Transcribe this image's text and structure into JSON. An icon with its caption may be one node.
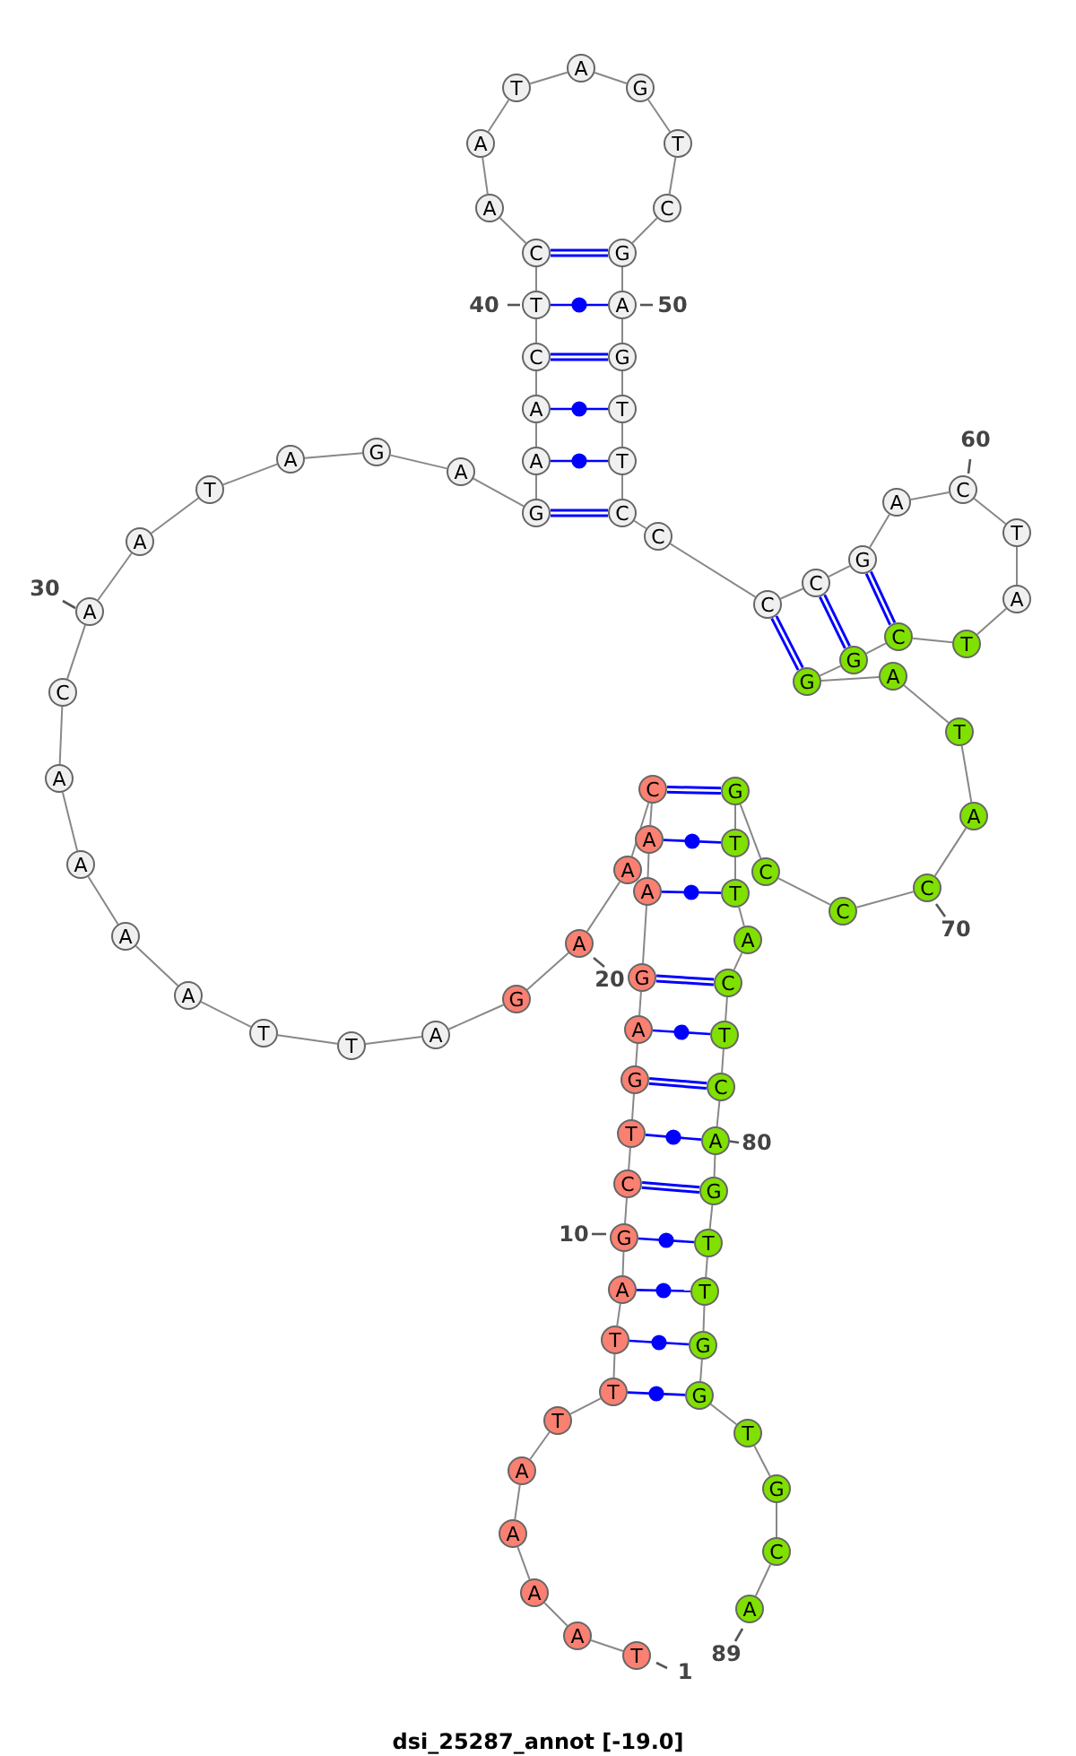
{
  "diagram": {
    "caption": "dsi_25287_annot [-19.0]",
    "nodes": [
      {
        "text": [
          "T"
        ],
        "beside": [
          "1"
        ]
      },
      {
        "text": [
          "A"
        ]
      },
      {
        "text": [
          "A"
        ]
      },
      {
        "text": [
          "A"
        ]
      },
      {
        "text": [
          "A"
        ]
      },
      {
        "text": [
          "T"
        ]
      },
      {
        "text": [
          "T"
        ]
      },
      {
        "text": [
          "T"
        ]
      },
      {
        "text": [
          "A"
        ]
      },
      {
        "text": [
          "G"
        ],
        "beside": [
          "10"
        ]
      },
      {
        "text": [
          "C"
        ]
      },
      {
        "text": [
          "T"
        ]
      },
      {
        "text": [
          "G"
        ]
      },
      {
        "text": [
          "A"
        ]
      },
      {
        "text": [
          "G"
        ]
      },
      {
        "text": [
          "A"
        ]
      },
      {
        "text": [
          "A"
        ]
      },
      {
        "text": [
          "C"
        ]
      },
      {
        "text": [
          "A"
        ]
      },
      {
        "text": [
          "A"
        ],
        "beside": [
          "20"
        ]
      },
      {
        "text": [
          "G"
        ]
      },
      {
        "text": [
          "A"
        ]
      },
      {
        "text": [
          "T"
        ]
      },
      {
        "text": [
          "T"
        ]
      },
      {
        "text": [
          "A"
        ]
      },
      {
        "text": [
          "A"
        ]
      },
      {
        "text": [
          "A"
        ]
      },
      {
        "text": [
          "A"
        ]
      },
      {
        "text": [
          "C"
        ]
      },
      {
        "text": [
          "A"
        ],
        "beside": [
          "30"
        ]
      },
      {
        "text": [
          "A"
        ]
      },
      {
        "text": [
          "T"
        ]
      },
      {
        "text": [
          "A"
        ]
      },
      {
        "text": [
          "G"
        ]
      },
      {
        "text": [
          "A"
        ]
      },
      {
        "text": [
          "G"
        ]
      },
      {
        "text": [
          "A"
        ]
      },
      {
        "text": [
          "A"
        ]
      },
      {
        "text": [
          "C"
        ]
      },
      {
        "text": [
          "T"
        ],
        "beside": [
          "40"
        ]
      },
      {
        "text": [
          "C"
        ]
      },
      {
        "text": [
          "A"
        ]
      },
      {
        "text": [
          "A"
        ]
      },
      {
        "text": [
          "T"
        ]
      },
      {
        "text": [
          "A"
        ]
      },
      {
        "text": [
          "G"
        ]
      },
      {
        "text": [
          "T"
        ]
      },
      {
        "text": [
          "C"
        ]
      },
      {
        "text": [
          "G"
        ]
      },
      {
        "text": [
          "A"
        ],
        "beside": [
          "50"
        ]
      },
      {
        "text": [
          "G"
        ]
      },
      {
        "text": [
          "T"
        ]
      },
      {
        "text": [
          "T"
        ]
      },
      {
        "text": [
          "C"
        ]
      },
      {
        "text": [
          "C"
        ]
      },
      {
        "text": [
          "C"
        ]
      },
      {
        "text": [
          "C"
        ]
      },
      {
        "text": [
          "G"
        ]
      },
      {
        "text": [
          "A"
        ]
      },
      {
        "text": [
          "C"
        ],
        "beside": [
          "60"
        ]
      },
      {
        "text": [
          "T"
        ]
      },
      {
        "text": [
          "A"
        ]
      },
      {
        "text": [
          "T"
        ]
      },
      {
        "text": [
          "C"
        ]
      },
      {
        "text": [
          "G"
        ]
      },
      {
        "text": [
          "G"
        ]
      },
      {
        "text": [
          "A"
        ]
      },
      {
        "text": [
          "T"
        ]
      },
      {
        "text": [
          "A"
        ]
      },
      {
        "text": [
          "C"
        ],
        "beside": [
          "70"
        ]
      },
      {
        "text": [
          "C"
        ]
      },
      {
        "text": [
          "C"
        ]
      },
      {
        "text": [
          "G"
        ]
      },
      {
        "text": [
          "T"
        ]
      },
      {
        "text": [
          "T"
        ]
      },
      {
        "text": [
          "A"
        ]
      },
      {
        "text": [
          "C"
        ]
      },
      {
        "text": [
          "T"
        ]
      },
      {
        "text": [
          "C"
        ]
      },
      {
        "text": [
          "A"
        ],
        "beside": [
          "80"
        ]
      },
      {
        "text": [
          "G"
        ]
      },
      {
        "text": [
          "T"
        ]
      },
      {
        "text": [
          "T"
        ]
      },
      {
        "text": [
          "G"
        ]
      },
      {
        "text": [
          "G"
        ]
      },
      {
        "text": [
          "T"
        ]
      },
      {
        "text": [
          "G"
        ]
      },
      {
        "text": [
          "C"
        ]
      },
      {
        "text": [
          "A"
        ],
        "beside": [
          "89"
        ]
      }
    ],
    "edges": [
      {
        "from": 0,
        "to": 1,
        "arrow": "none"
      },
      {
        "from": 1,
        "to": 2,
        "arrow": "none"
      },
      {
        "from": 2,
        "to": 3,
        "arrow": "none"
      },
      {
        "from": 3,
        "to": 4,
        "arrow": "none"
      },
      {
        "from": 4,
        "to": 5,
        "arrow": "none"
      },
      {
        "from": 5,
        "to": 6,
        "arrow": "none"
      },
      {
        "from": 6,
        "to": 7,
        "arrow": "none"
      },
      {
        "from": 7,
        "to": 8,
        "arrow": "none"
      },
      {
        "from": 8,
        "to": 9,
        "arrow": "none"
      },
      {
        "from": 9,
        "to": 10,
        "arrow": "none"
      },
      {
        "from": 10,
        "to": 11,
        "arrow": "none"
      },
      {
        "from": 11,
        "to": 12,
        "arrow": "none"
      },
      {
        "from": 12,
        "to": 13,
        "arrow": "none"
      },
      {
        "from": 13,
        "to": 14,
        "arrow": "none"
      },
      {
        "from": 14,
        "to": 15,
        "arrow": "none"
      },
      {
        "from": 15,
        "to": 16,
        "arrow": "none"
      },
      {
        "from": 16,
        "to": 17,
        "arrow": "none"
      },
      {
        "from": 17,
        "to": 18,
        "arrow": "none"
      },
      {
        "from": 18,
        "to": 19,
        "arrow": "none"
      },
      {
        "from": 19,
        "to": 20,
        "arrow": "none"
      },
      {
        "from": 20,
        "to": 21,
        "arrow": "none"
      },
      {
        "from": 21,
        "to": 22,
        "arrow": "none"
      },
      {
        "from": 22,
        "to": 23,
        "arrow": "none"
      },
      {
        "from": 23,
        "to": 24,
        "arrow": "none"
      },
      {
        "from": 24,
        "to": 25,
        "arrow": "none"
      },
      {
        "from": 25,
        "to": 26,
        "arrow": "none"
      },
      {
        "from": 26,
        "to": 27,
        "arrow": "none"
      },
      {
        "from": 27,
        "to": 28,
        "arrow": "none"
      },
      {
        "from": 28,
        "to": 29,
        "arrow": "none"
      },
      {
        "from": 29,
        "to": 30,
        "arrow": "none"
      },
      {
        "from": 30,
        "to": 31,
        "arrow": "none"
      },
      {
        "from": 31,
        "to": 32,
        "arrow": "none"
      },
      {
        "from": 32,
        "to": 33,
        "arrow": "none"
      },
      {
        "from": 33,
        "to": 34,
        "arrow": "none"
      },
      {
        "from": 34,
        "to": 35,
        "arrow": "none"
      },
      {
        "from": 35,
        "to": 36,
        "arrow": "none"
      },
      {
        "from": 36,
        "to": 37,
        "arrow": "none"
      },
      {
        "from": 37,
        "to": 38,
        "arrow": "none"
      },
      {
        "from": 38,
        "to": 39,
        "arrow": "none"
      },
      {
        "from": 39,
        "to": 40,
        "arrow": "none"
      },
      {
        "from": 40,
        "to": 41,
        "arrow": "none"
      },
      {
        "from": 41,
        "to": 42,
        "arrow": "none"
      },
      {
        "from": 42,
        "to": 43,
        "arrow": "none"
      },
      {
        "from": 43,
        "to": 44,
        "arrow": "none"
      },
      {
        "from": 44,
        "to": 45,
        "arrow": "none"
      },
      {
        "from": 45,
        "to": 46,
        "arrow": "none"
      },
      {
        "from": 46,
        "to": 47,
        "arrow": "none"
      },
      {
        "from": 47,
        "to": 48,
        "arrow": "none"
      },
      {
        "from": 48,
        "to": 49,
        "arrow": "none"
      },
      {
        "from": 49,
        "to": 50,
        "arrow": "none"
      },
      {
        "from": 50,
        "to": 51,
        "arrow": "none"
      },
      {
        "from": 51,
        "to": 52,
        "arrow": "none"
      },
      {
        "from": 52,
        "to": 53,
        "arrow": "none"
      },
      {
        "from": 53,
        "to": 54,
        "arrow": "none"
      },
      {
        "from": 54,
        "to": 55,
        "arrow": "none"
      },
      {
        "from": 55,
        "to": 56,
        "arrow": "none"
      },
      {
        "from": 56,
        "to": 57,
        "arrow": "none"
      },
      {
        "from": 57,
        "to": 58,
        "arrow": "none"
      },
      {
        "from": 58,
        "to": 59,
        "arrow": "none"
      },
      {
        "from": 59,
        "to": 60,
        "arrow": "none"
      },
      {
        "from": 60,
        "to": 61,
        "arrow": "none"
      },
      {
        "from": 61,
        "to": 62,
        "arrow": "none"
      },
      {
        "from": 62,
        "to": 63,
        "arrow": "none"
      },
      {
        "from": 63,
        "to": 64,
        "arrow": "none"
      },
      {
        "from": 64,
        "to": 65,
        "arrow": "none"
      },
      {
        "from": 65,
        "to": 66,
        "arrow": "none"
      },
      {
        "from": 66,
        "to": 67,
        "arrow": "none"
      },
      {
        "from": 67,
        "to": 68,
        "arrow": "none"
      },
      {
        "from": 68,
        "to": 69,
        "arrow": "none"
      },
      {
        "from": 69,
        "to": 70,
        "arrow": "none"
      },
      {
        "from": 70,
        "to": 71,
        "arrow": "none"
      },
      {
        "from": 71,
        "to": 72,
        "arrow": "none"
      },
      {
        "from": 72,
        "to": 73,
        "arrow": "none"
      },
      {
        "from": 73,
        "to": 74,
        "arrow": "none"
      },
      {
        "from": 74,
        "to": 75,
        "arrow": "none"
      },
      {
        "from": 75,
        "to": 76,
        "arrow": "none"
      },
      {
        "from": 76,
        "to": 77,
        "arrow": "none"
      },
      {
        "from": 77,
        "to": 78,
        "arrow": "none"
      },
      {
        "from": 78,
        "to": 79,
        "arrow": "none"
      },
      {
        "from": 79,
        "to": 80,
        "arrow": "none"
      },
      {
        "from": 80,
        "to": 81,
        "arrow": "none"
      },
      {
        "from": 81,
        "to": 82,
        "arrow": "none"
      },
      {
        "from": 82,
        "to": 83,
        "arrow": "none"
      },
      {
        "from": 83,
        "to": 84,
        "arrow": "none"
      },
      {
        "from": 84,
        "to": 85,
        "arrow": "none"
      },
      {
        "from": 85,
        "to": 86,
        "arrow": "none"
      },
      {
        "from": 86,
        "to": 87,
        "arrow": "none"
      },
      {
        "from": 87,
        "to": 88,
        "arrow": "none"
      },
      {
        "from": 35,
        "to": 53,
        "arrow": "none",
        "style": "thick",
        "color": "#0000ff"
      },
      {
        "from": 36,
        "to": 52,
        "arrow": "none",
        "color": "#0000ff"
      },
      {
        "from": 37,
        "to": 51,
        "arrow": "none",
        "color": "#0000ff"
      },
      {
        "from": 38,
        "to": 50,
        "arrow": "none",
        "style": "thick",
        "color": "#0000ff"
      },
      {
        "from": 39,
        "to": 49,
        "arrow": "none",
        "color": "#0000ff"
      },
      {
        "from": 40,
        "to": 48,
        "arrow": "none",
        "style": "thick",
        "color": "#0000ff"
      },
      {
        "from": 55,
        "to": 65,
        "arrow": "none",
        "style": "thick",
        "color": "#0000ff"
      },
      {
        "from": 56,
        "to": 64,
        "arrow": "none",
        "style": "thick",
        "color": "#0000ff"
      },
      {
        "from": 57,
        "to": 63,
        "arrow": "none",
        "style": "thick",
        "color": "#0000ff"
      },
      {
        "from": 17,
        "to": 72,
        "arrow": "none",
        "style": "thick",
        "color": "#0000ff"
      },
      {
        "from": 16,
        "to": 73,
        "arrow": "none",
        "color": "#0000ff"
      },
      {
        "from": 15,
        "to": 74,
        "arrow": "none",
        "color": "#0000ff"
      },
      {
        "from": 14,
        "to": 76,
        "arrow": "none",
        "style": "thick",
        "color": "#0000ff"
      },
      {
        "from": 13,
        "to": 77,
        "arrow": "none",
        "color": "#0000ff"
      },
      {
        "from": 12,
        "to": 78,
        "arrow": "none",
        "style": "thick",
        "color": "#0000ff"
      },
      {
        "from": 11,
        "to": 79,
        "arrow": "none",
        "color": "#0000ff"
      },
      {
        "from": 10,
        "to": 80,
        "arrow": "none",
        "style": "thick",
        "color": "#0000ff"
      },
      {
        "from": 9,
        "to": 81,
        "arrow": "none",
        "color": "#0000ff"
      },
      {
        "from": 8,
        "to": 82,
        "arrow": "none",
        "color": "#0000ff"
      },
      {
        "from": 7,
        "to": 83,
        "arrow": "none",
        "color": "#0000ff"
      },
      {
        "from": 6,
        "to": 84,
        "arrow": "none",
        "color": "#0000ff"
      }
    ]
  }
}
